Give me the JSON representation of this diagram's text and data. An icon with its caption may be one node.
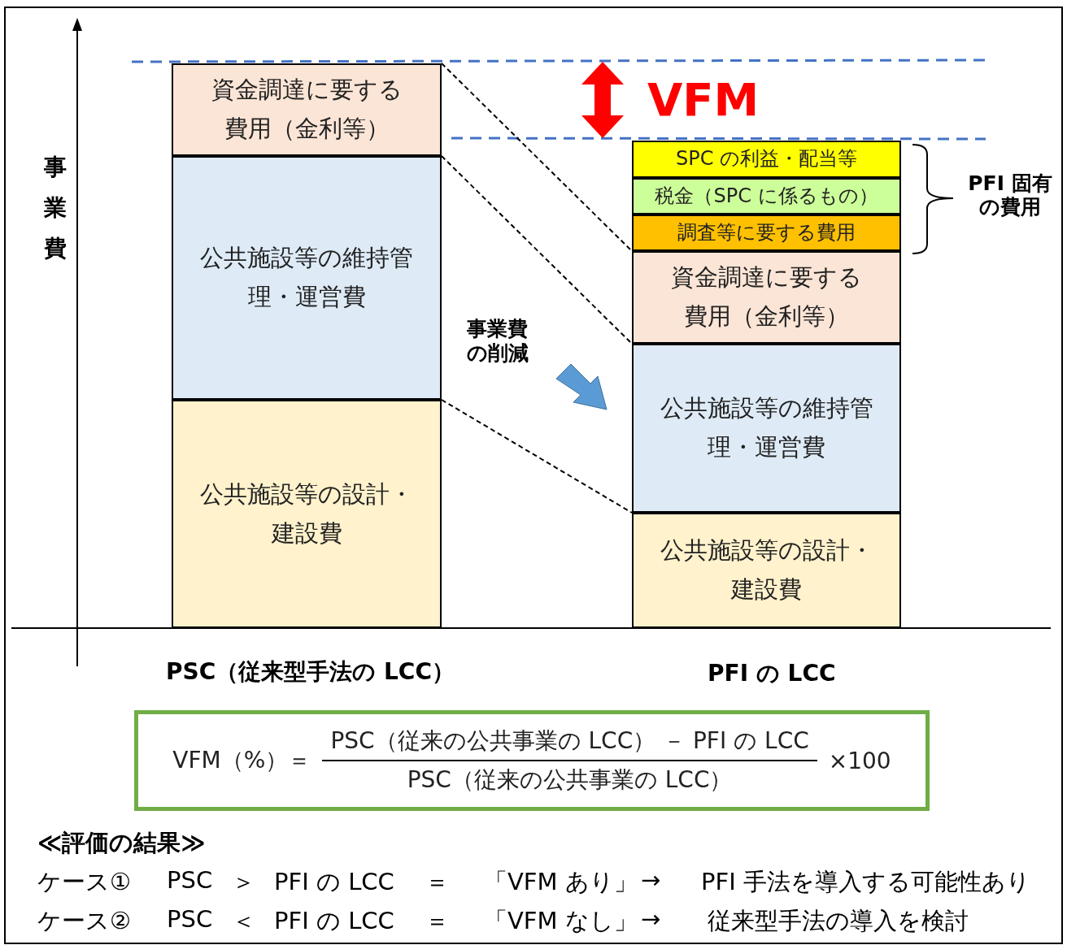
{
  "diagram": {
    "nodes": [
      {
        "text": [
          "資金調達に要する費用（金利等）"
        ]
      },
      {
        "text": [
          "公共施設等の維持管理・運営費"
        ]
      },
      {
        "text": [
          "公共施設等の設計・建設費"
        ]
      },
      {
        "text": [
          "SPC の利益・配当等"
        ]
      },
      {
        "text": [
          "税金（SPC に係るもの）"
        ]
      },
      {
        "text": [
          "調査等に要する費用"
        ]
      },
      {
        "text": [
          "資金調達に要する費用（金利等）"
        ]
      },
      {
        "text": [
          "公共施設等の維持管理・運営費"
        ]
      },
      {
        "text": [
          "公共施設等の設計・建設費"
        ]
      },
      {
        "text": [
          "VFM（%）＝",
          "PSC（従来の公共事業の LCC） － PFI の LCC",
          "PSC（従来の公共事業の LCC）",
          "×100"
        ]
      }
    ],
    "edges": [
      {
        "from": 0,
        "to": 6,
        "arrow": "none",
        "style": "dashed"
      },
      {
        "from": 1,
        "to": 7,
        "arrow": "none",
        "style": "dashed"
      },
      {
        "from": 2,
        "to": 8,
        "arrow": "none",
        "style": "dashed"
      }
    ],
    "labels": [
      "事業費",
      "VFM",
      "PFI 固有の費用",
      "事業費の削減",
      "PSC（従来型手法の LCC）",
      "PFI の LCC",
      "≪評価の結果≫",
      "ケース①",
      "PSC",
      "＞",
      "PFI の LCC",
      "＝",
      "「VFM あり」",
      "→",
      "PFI 手法を導入する可能性あり",
      "ケース②",
      "PSC",
      "＜",
      "PFI の LCC",
      "＝",
      "「VFM なし」",
      "→",
      "従来型手法の導入を検討"
    ]
  }
}
